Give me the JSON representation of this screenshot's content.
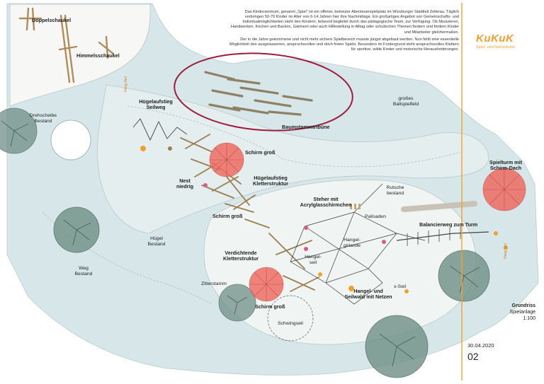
{
  "intro": {
    "paragraph1": "Das Kinderzentrum, genannt „Spiel“ ist ein offener, betreuter Abenteuerspielplatz im Würzburger Stadtteil Zellerau. Täglich verbringen 50-70 Kinder im Alter von 6-14 Jahren hier ihre Nachmittage. Ein großartiges Angebot von Gemeinschafts- und Individualmöglichkeiten steht den Kindern, liebevoll begleitet durch das pädagogische Team, zur Verfügung. Ob Musizieren, Handwerken, Kochen und Backen, Gärtnern oder auch Hilfestellung in Alltag oder schulischen Themen fordern und fördern Kinder und Mitarbeiter gleichermaßen.",
    "paragraph2": "Der in die Jahre gekommene und nicht mehr sichere Spielbereich musste jüngst abgebaut werden. Nun fehlt eine essentielle Möglichkeit des ausgelassenen, anspruchsvollen und doch freien Spiels. Besonders im Fordergrund steht anspruchsvolles Klettern für sportive, wilde Kinder und motorische Herausforderungen."
  },
  "logo": {
    "word": "KuKuK",
    "subtitle": "Spiel- und Naturräume"
  },
  "labels": {
    "doppelschaukel": "Doppelschaukel",
    "himmelsschaukel": "Himmelsschaukel",
    "drehscheibe_1": "Drehscheibe",
    "drehscheibe_2": "Bestand",
    "huegelaufstieg_seilweg_1": "Hügelaufstieg",
    "huegelaufstieg_seilweg_2": "Seilweg",
    "baumstammtribuene": "Baumstammtribüne",
    "ballspielfeld_1": "großes",
    "ballspielfeld_2": "Ballspielfeld",
    "schirm_gross_top": "Schirm groß",
    "nest_1": "Nest",
    "nest_2": "niedrig",
    "huegelaufstieg_kletter_1": "Hügelaufstieg",
    "huegelaufstieg_kletter_2": "Kletterstruktur",
    "schirm_gross_mid": "Schirm groß",
    "rutsche_1": "Rutsche",
    "rutsche_2": "bestand",
    "spielturm_1": "Spielturm mit",
    "spielturm_2": "Schirm-Dach",
    "steher_1": "Steher mit",
    "steher_2": "Acrylglasschirmchen",
    "palisaden": "Palisaden",
    "balancierweg": "Balancierweg zum Turm",
    "huegel_bestand_1": "Hügel",
    "huegel_bestand_2": "Bestand",
    "hangelgirlande_1": "Hangel-",
    "hangelgirlande_2": "girlande",
    "verdichtende_1": "Verdichtende",
    "verdichtende_2": "Kletterstruktur",
    "weg_1": "Weg",
    "weg_2": "Bestand",
    "hangelseil_1": "Hangel-",
    "hangelseil_2": "seil",
    "zitterstamm": "Zitterstamm",
    "schirm_gross_bottom": "Schirm groß",
    "hangel_seilwald_1": "Hangel- und",
    "hangel_seilwald_2": "Seilwald mit Netzen",
    "xseil": "x-Seil",
    "schwingseil": "Schwingseil",
    "vertical_1": "Hang Seil",
    "vertical_2": "Hang Seil"
  },
  "title_block": {
    "line1": "Grundriss",
    "line2": "Spielanlage",
    "line3": "1:100"
  },
  "date": "30.04.2020",
  "sheet_number": "02",
  "colors": {
    "ground": "#d7e6e8",
    "mound": "#eef4f3",
    "highlight_outline": "#9c1d3c",
    "umbrella": "#ee6d64",
    "timber": "#b08d58",
    "tree": "#6f8f86",
    "accent": "#f0a030"
  }
}
